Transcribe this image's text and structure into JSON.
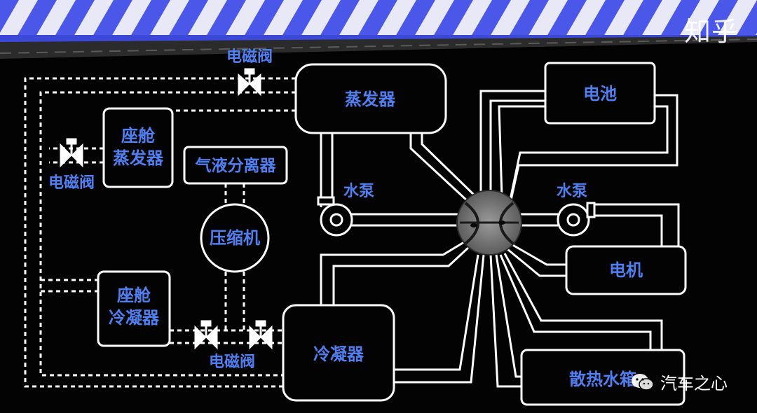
{
  "components": {
    "evaporator": "蒸发器",
    "cabin_evaporator_line1": "座舱",
    "cabin_evaporator_line2": "蒸发器",
    "separator": "气液分离器",
    "compressor": "压缩机",
    "cabin_condenser_line1": "座舱",
    "cabin_condenser_line2": "冷凝器",
    "condenser": "冷凝器",
    "battery": "电池",
    "motor": "电机",
    "radiator": "散热水箱"
  },
  "valves": {
    "top": "电磁阀",
    "left": "电磁阀",
    "bottom": "电磁阀"
  },
  "pumps": {
    "left": "水泵",
    "right": "水泵"
  },
  "watermark": "知乎",
  "brand": {
    "name": "汽车之心",
    "icon": "wechat-icon"
  },
  "colors": {
    "label_text": "#4f7ff0",
    "banner_blue": "#4a57e8",
    "line_white": "#ffffff"
  }
}
